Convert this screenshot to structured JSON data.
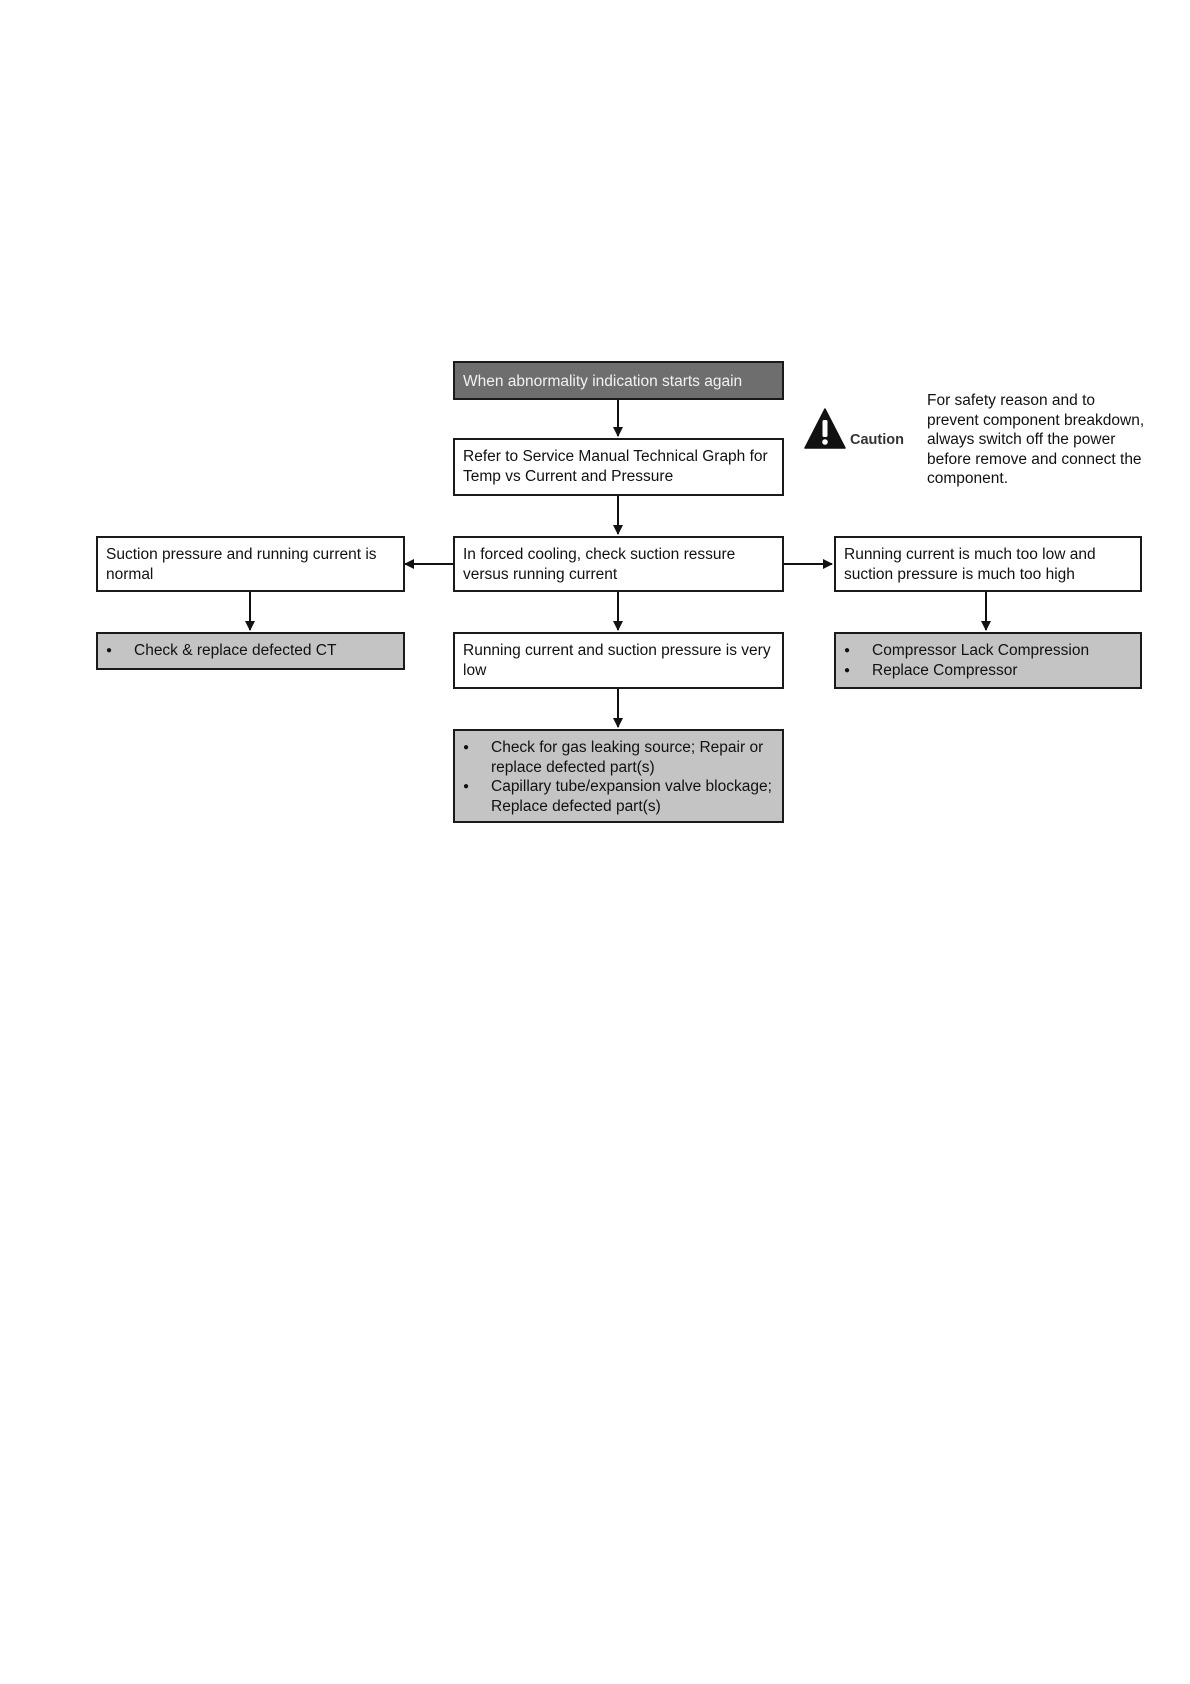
{
  "flowchart": {
    "start": "When abnormality indication starts again",
    "refer": "Refer to Service Manual Technical Graph for Temp vs Current and Pressure",
    "check": "In forced cooling, check suction ressure versus running current",
    "left_condition": "Suction pressure and running current is normal",
    "left_actions": [
      "Check & replace defected CT"
    ],
    "center_condition": "Running current and suction pressure is very low",
    "center_actions": [
      "Check for gas leaking source; Repair or replace defected part(s)",
      "Capillary tube/expansion valve blockage; Replace defected part(s)"
    ],
    "right_condition": "Running current is much too low and suction pressure is much too high",
    "right_actions": [
      "Compressor Lack Compression",
      "Replace Compressor"
    ]
  },
  "caution": {
    "icon": "warning-triangle-icon",
    "label": "Caution",
    "note": "For safety reason and to prevent component breakdown, always switch off the power before remove and connect the component."
  }
}
